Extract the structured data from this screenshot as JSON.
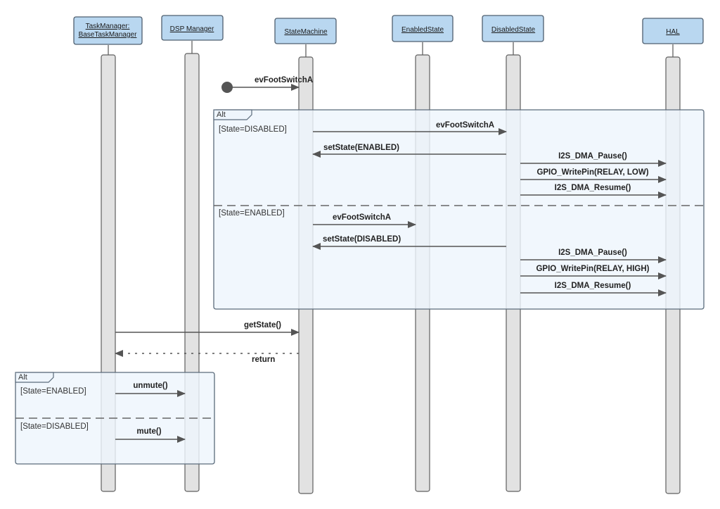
{
  "participants": [
    {
      "id": "tm",
      "lines": [
        "TaskManager:",
        "BaseTaskManager"
      ]
    },
    {
      "id": "dsp",
      "lines": [
        "DSP Manager"
      ]
    },
    {
      "id": "sm",
      "lines": [
        "StateMachine"
      ]
    },
    {
      "id": "en",
      "lines": [
        "EnabledState"
      ]
    },
    {
      "id": "dis",
      "lines": [
        "DisabledState"
      ]
    },
    {
      "id": "hal",
      "lines": [
        "HAL"
      ]
    }
  ],
  "messages": {
    "initial": "evFootSwitchA",
    "alt1_m1": "evFootSwitchA",
    "alt1_m2": "setState(ENABLED)",
    "alt1_m3": "I2S_DMA_Pause()",
    "alt1_m4": "GPIO_WritePin(RELAY, LOW)",
    "alt1_m5": "I2S_DMA_Resume()",
    "alt1_m6": "evFootSwitchA",
    "alt1_m7": "setState(DISABLED)",
    "alt1_m8": "I2S_DMA_Pause()",
    "alt1_m9": "GPIO_WritePin(RELAY, HIGH)",
    "alt1_m10": "I2S_DMA_Resume()",
    "get_state": "getState()",
    "return": "return",
    "unmute": "unmute()",
    "mute": "mute()"
  },
  "fragments": {
    "alt1": {
      "label": "Alt",
      "guard1": "[State=DISABLED]",
      "guard2": "[State=ENABLED]"
    },
    "alt2": {
      "label": "Alt",
      "guard1": "[State=ENABLED]",
      "guard2": "[State=DISABLED]"
    }
  },
  "colors": {
    "header_fill": "#b9d7f0",
    "fragment_fill": "#eef5fc",
    "fragment_border": "#5b6b7b",
    "lifeline_fill": "#e2e2e2",
    "arrow": "#555555"
  }
}
